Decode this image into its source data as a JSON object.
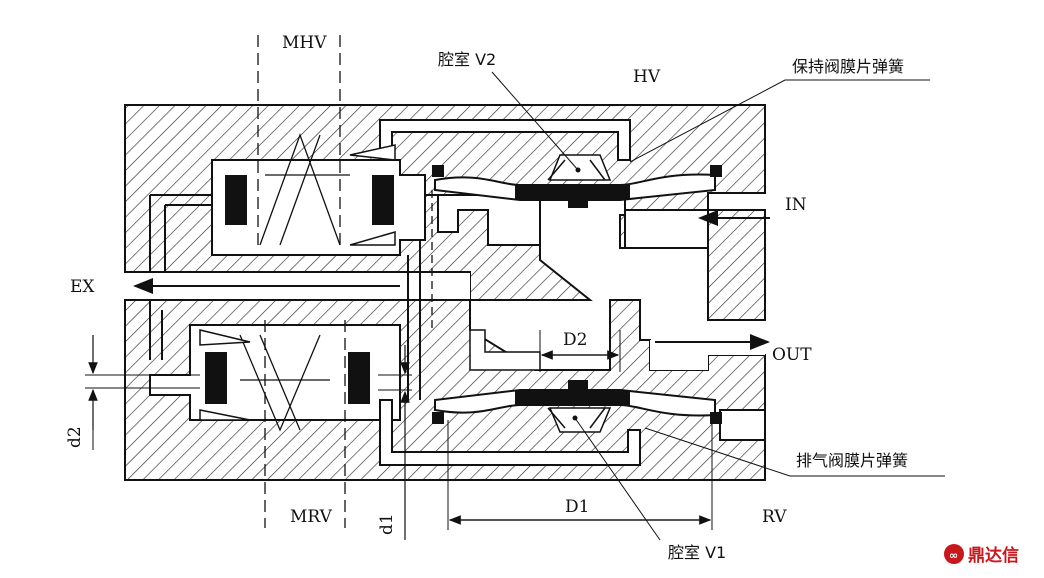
{
  "labels": {
    "mhv": "MHV",
    "chamber_v2": "腔室 V2",
    "hv": "HV",
    "holding_spring": "保持阀膜片弹簧",
    "in": "IN",
    "ex": "EX",
    "out": "OUT",
    "d2_upper": "D2",
    "d2_lower": "d2",
    "exhaust_spring": "排气阀膜片弹簧",
    "d1_upper": "D1",
    "d1_lower": "d1",
    "mrv": "MRV",
    "rv": "RV",
    "chamber_v1": "腔室 V1"
  },
  "watermark": {
    "text": "鼎达信",
    "color": "#c8171d"
  }
}
